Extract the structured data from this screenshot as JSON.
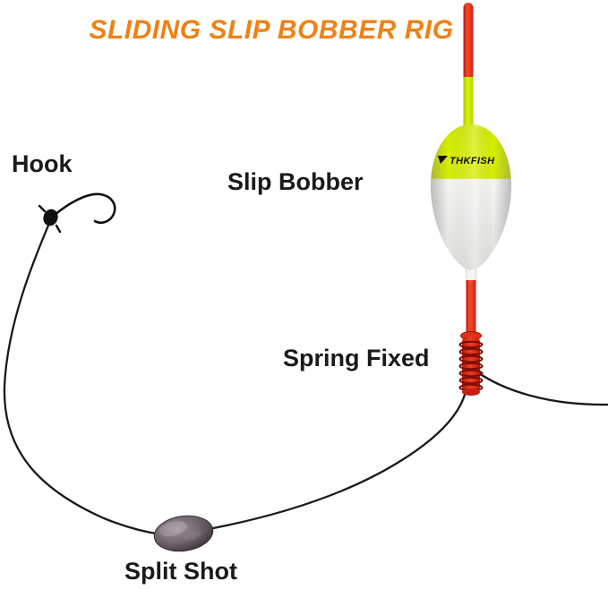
{
  "title": {
    "text": "SLIDING SLIP BOBBER RIG",
    "color": "#ee8215"
  },
  "labels": {
    "hook": "Hook",
    "slip_bobber": "Slip Bobber",
    "spring_fixed": "Spring Fixed",
    "split_shot": "Split Shot"
  },
  "bobber": {
    "brand": "THKFISH",
    "colors": {
      "antenna_red": "#e8301a",
      "antenna_yellow": "#cde600",
      "body_yellow": "#d4ec00",
      "body_white": "#f2f2f0",
      "lower_stem_red": "#e02815",
      "spring_coil_dark": "#7a0e06"
    }
  },
  "line": {
    "color": "#1a1a1a"
  },
  "split_shot_sinker": {
    "color": "#6e626a"
  }
}
